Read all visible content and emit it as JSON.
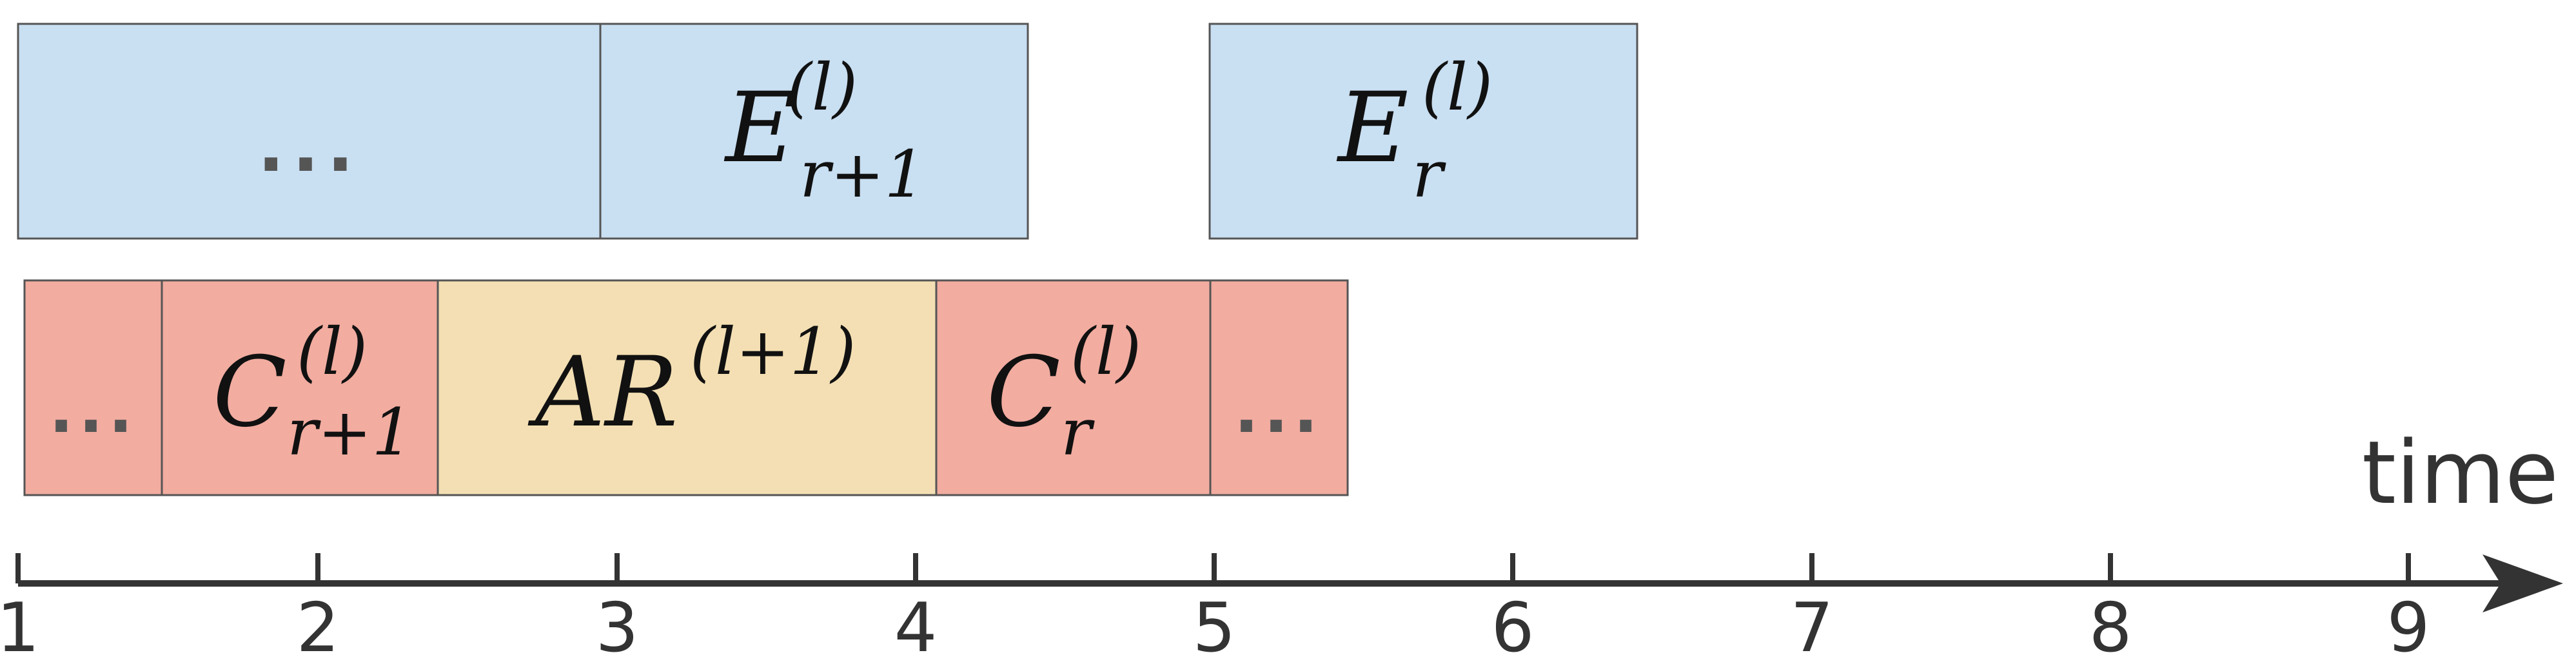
{
  "colors": {
    "execution_fill": "#c9dff2",
    "compute_fill": "#f2aca0",
    "allreduce_fill": "#f3dfb3",
    "block_stroke": "#555555",
    "axis": "#333333",
    "dots": "#555555"
  },
  "execution_row": {
    "blocks": [
      {
        "kind": "ellipsis",
        "label": "..."
      },
      {
        "kind": "math",
        "base": "E",
        "sub": "r+1",
        "sup": "(l)"
      },
      {
        "kind": "math",
        "base": "E",
        "sub": "r",
        "sup": "(l)"
      }
    ]
  },
  "compute_row": {
    "blocks": [
      {
        "kind": "ellipsis",
        "label": "..."
      },
      {
        "kind": "math",
        "base": "C",
        "sub": "r+1",
        "sup": "(l)"
      },
      {
        "kind": "math",
        "base": "AR",
        "sub": "",
        "sup": "(l+1)"
      },
      {
        "kind": "math",
        "base": "C",
        "sub": "r",
        "sup": "(l)"
      },
      {
        "kind": "ellipsis",
        "label": "..."
      }
    ]
  },
  "axis": {
    "label": "time",
    "ticks": [
      "1",
      "2",
      "3",
      "4",
      "5",
      "6",
      "7",
      "8",
      "9"
    ]
  }
}
